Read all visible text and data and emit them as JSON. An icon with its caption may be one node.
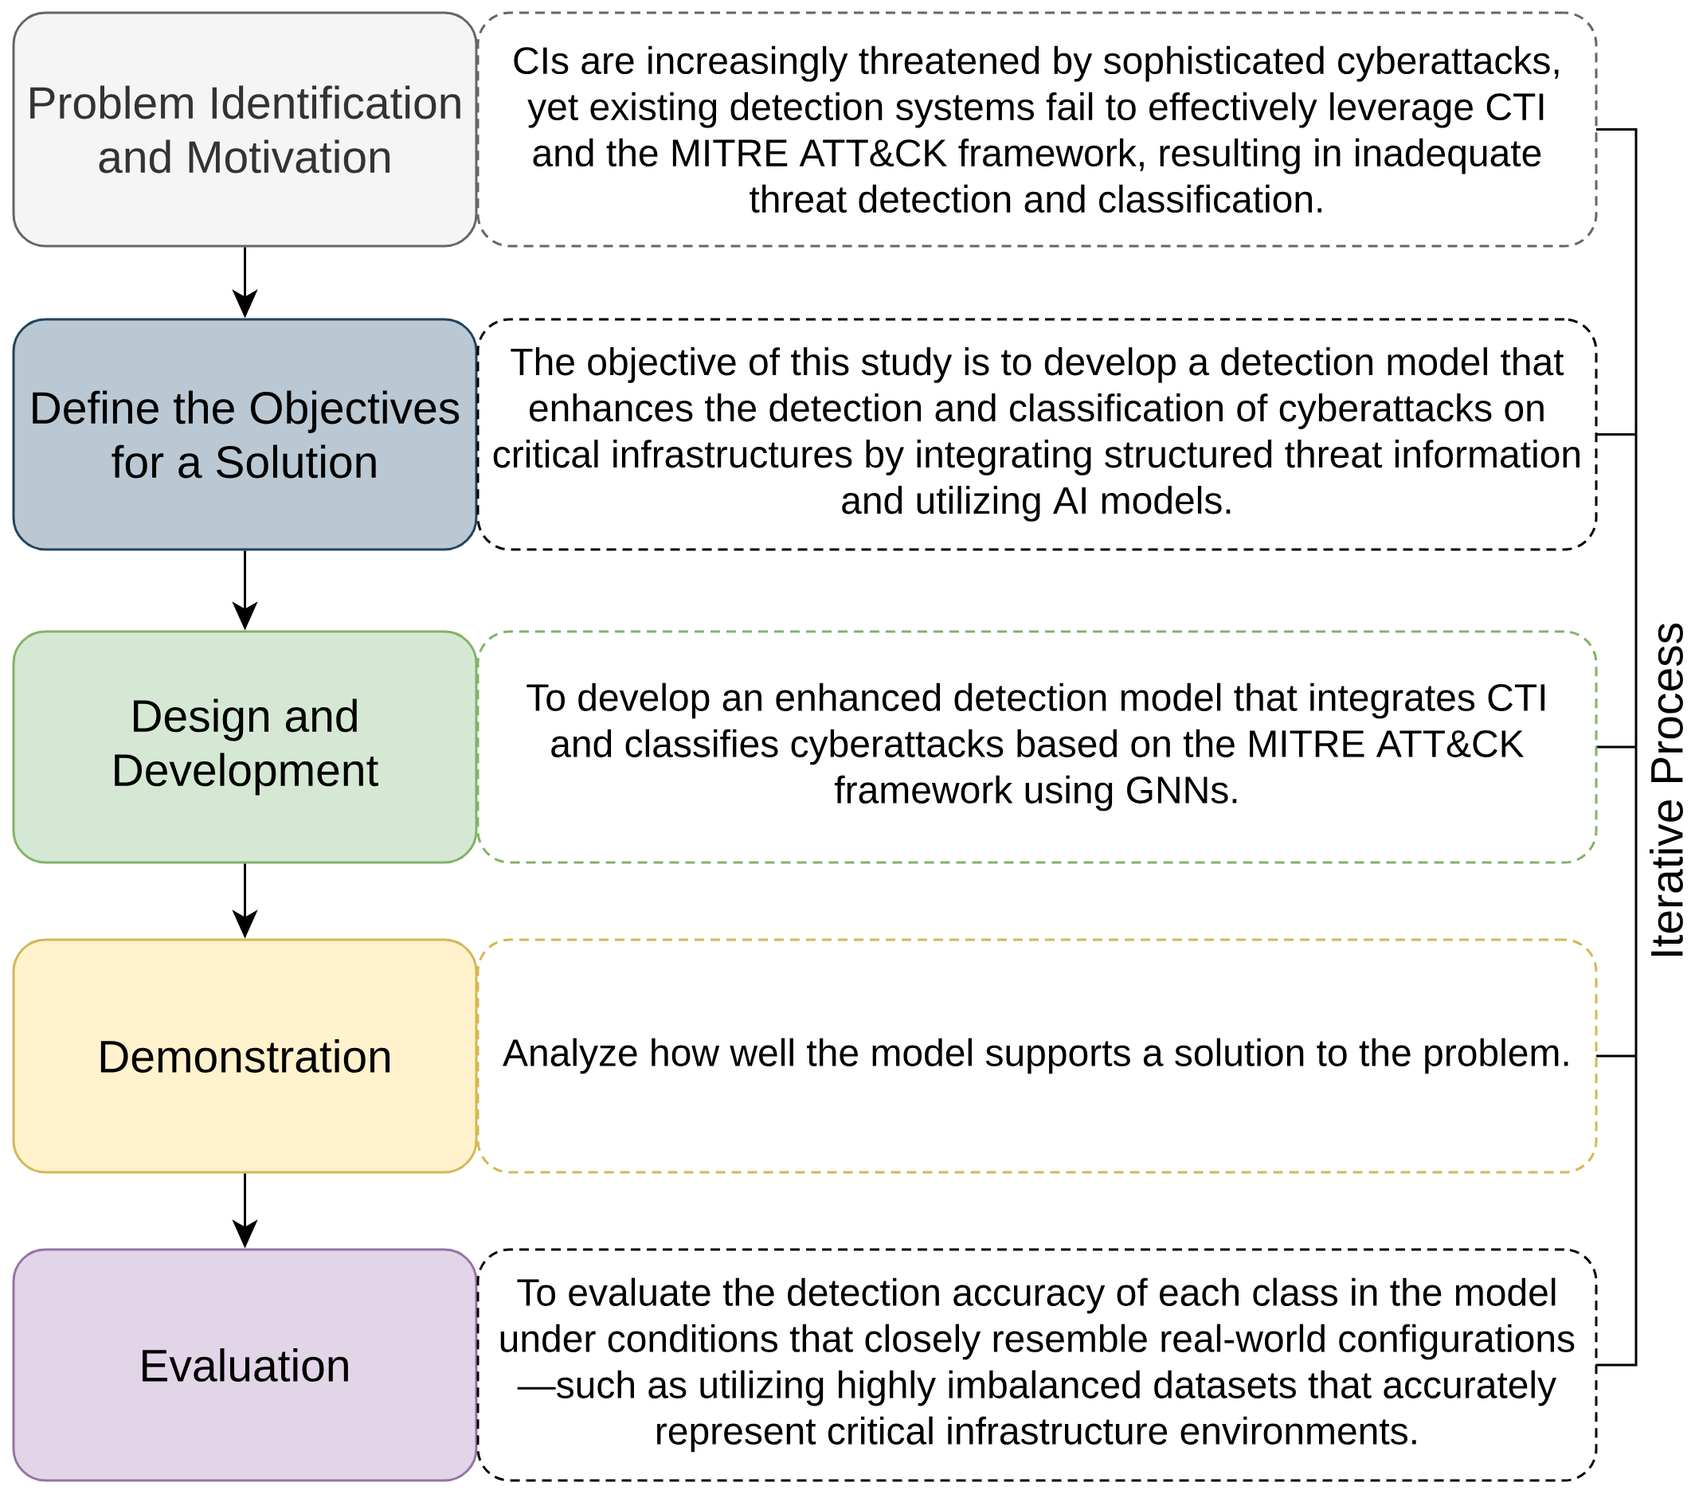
{
  "diagram": {
    "nodes": [
      {
        "text": [
          "Problem Identification and Motivation"
        ]
      },
      {
        "text": [
          "CIs are increasingly threatened by sophisticated cyberattacks, yet existing detection systems fail to effectively leverage CTI and the MITRE ATT&CK framework, resulting in inadequate threat detection and classification."
        ]
      },
      {
        "text": [
          "Define the Objectives for a Solution"
        ]
      },
      {
        "text": [
          "The objective of this study is to develop a detection model that enhances the detection and classification of cyberattacks on critical infrastructures by integrating structured threat information and utilizing AI models."
        ]
      },
      {
        "text": [
          "Design and Development"
        ]
      },
      {
        "text": [
          "To develop an enhanced detection model that integrates CTI and classifies cyberattacks based on the MITRE ATT&CK framework using GNNs."
        ]
      },
      {
        "text": [
          "Demonstration"
        ]
      },
      {
        "text": [
          "Analyze how well the model supports a solution to the problem."
        ]
      },
      {
        "text": [
          "Evaluation"
        ]
      },
      {
        "text": [
          "To evaluate the detection accuracy of each class in the model under conditions that closely resemble real-world configurations —such as utilizing highly imbalanced datasets that accurately represent critical infrastructure environments."
        ]
      }
    ],
    "edges": [
      {
        "from": 0,
        "to": 2,
        "arrow": "to"
      },
      {
        "from": 2,
        "to": 4,
        "arrow": "to"
      },
      {
        "from": 4,
        "to": 6,
        "arrow": "to"
      },
      {
        "from": 6,
        "to": 8,
        "arrow": "to"
      }
    ],
    "labels": [
      "Iterative Process"
    ]
  }
}
